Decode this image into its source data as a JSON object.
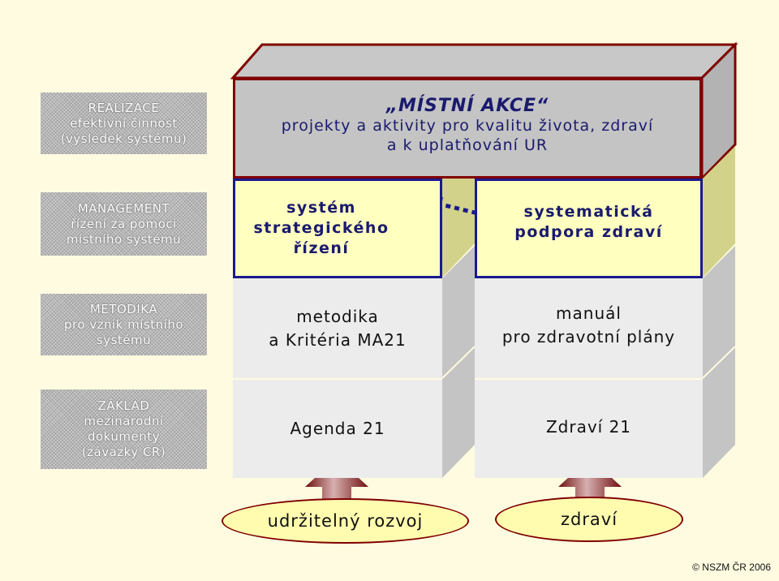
{
  "levels": [
    {
      "lines": [
        "REALIZACE",
        "efektivní činnost",
        "(výsledek systému)"
      ]
    },
    {
      "lines": [
        "MANAGEMENT",
        "řízení za pomoci",
        "místního systému"
      ]
    },
    {
      "lines": [
        "METODIKA",
        "pro vznik místního",
        "systému"
      ]
    },
    {
      "lines": [
        "ZÁKLAD",
        "mezinárodní",
        "dokumenty",
        "(závazky ČR)"
      ]
    }
  ],
  "top_block": {
    "title": "„MÍSTNÍ AKCE“",
    "line1": "projekty a aktivity pro kvalitu života, zdraví",
    "line2": "a k uplatňování UR"
  },
  "management": {
    "left": [
      "systém",
      "strategického",
      "řízení"
    ],
    "right": [
      "systematická",
      "podpora zdraví"
    ]
  },
  "methodology": {
    "left": [
      "metodika",
      "a Kritéria MA21"
    ],
    "right": [
      "manuál",
      "pro zdravotní plány"
    ]
  },
  "foundation": {
    "left": "Agenda 21",
    "right": "Zdraví 21"
  },
  "ovals": {
    "left": "udržitelný rozvoj",
    "right": "zdraví"
  },
  "copyright": "© NSZM ČR 2006",
  "colors": {
    "background": "#fffbe0",
    "top_face": "#c4c4c4",
    "top_border": "#800000",
    "yellow_face": "#ffffc0",
    "yellow_border": "#1a1a8e",
    "arrow_red": "#cc0000",
    "arrow_blue": "#1a1a8e",
    "pillar_arrow": "#8b1a1a",
    "oval_fill": "#fffcb0"
  }
}
